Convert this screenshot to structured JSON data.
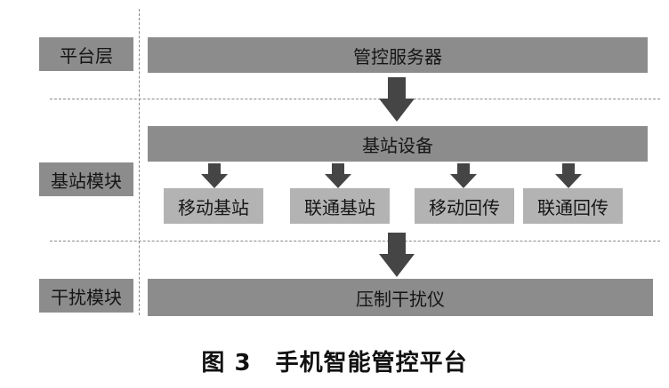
{
  "layers": {
    "platform": "平台层",
    "base_station": "基站模块",
    "jamming": "干扰模块"
  },
  "nodes": {
    "control_server": "管控服务器",
    "base_station_device": "基站设备",
    "mobile_base_station": "移动基站",
    "unicom_base_station": "联通基站",
    "mobile_backhaul": "移动回传",
    "unicom_backhaul": "联通回传",
    "jammer": "压制干扰仪"
  },
  "caption": "图 3　手机智能管控平台",
  "icons": {
    "arrow": "down-arrow-icon"
  },
  "colors": {
    "bar_fill": "#8c8c8c",
    "sub_fill": "#b3b3b3",
    "arrow_fill": "#454545",
    "divider": "#8a8a8a"
  }
}
